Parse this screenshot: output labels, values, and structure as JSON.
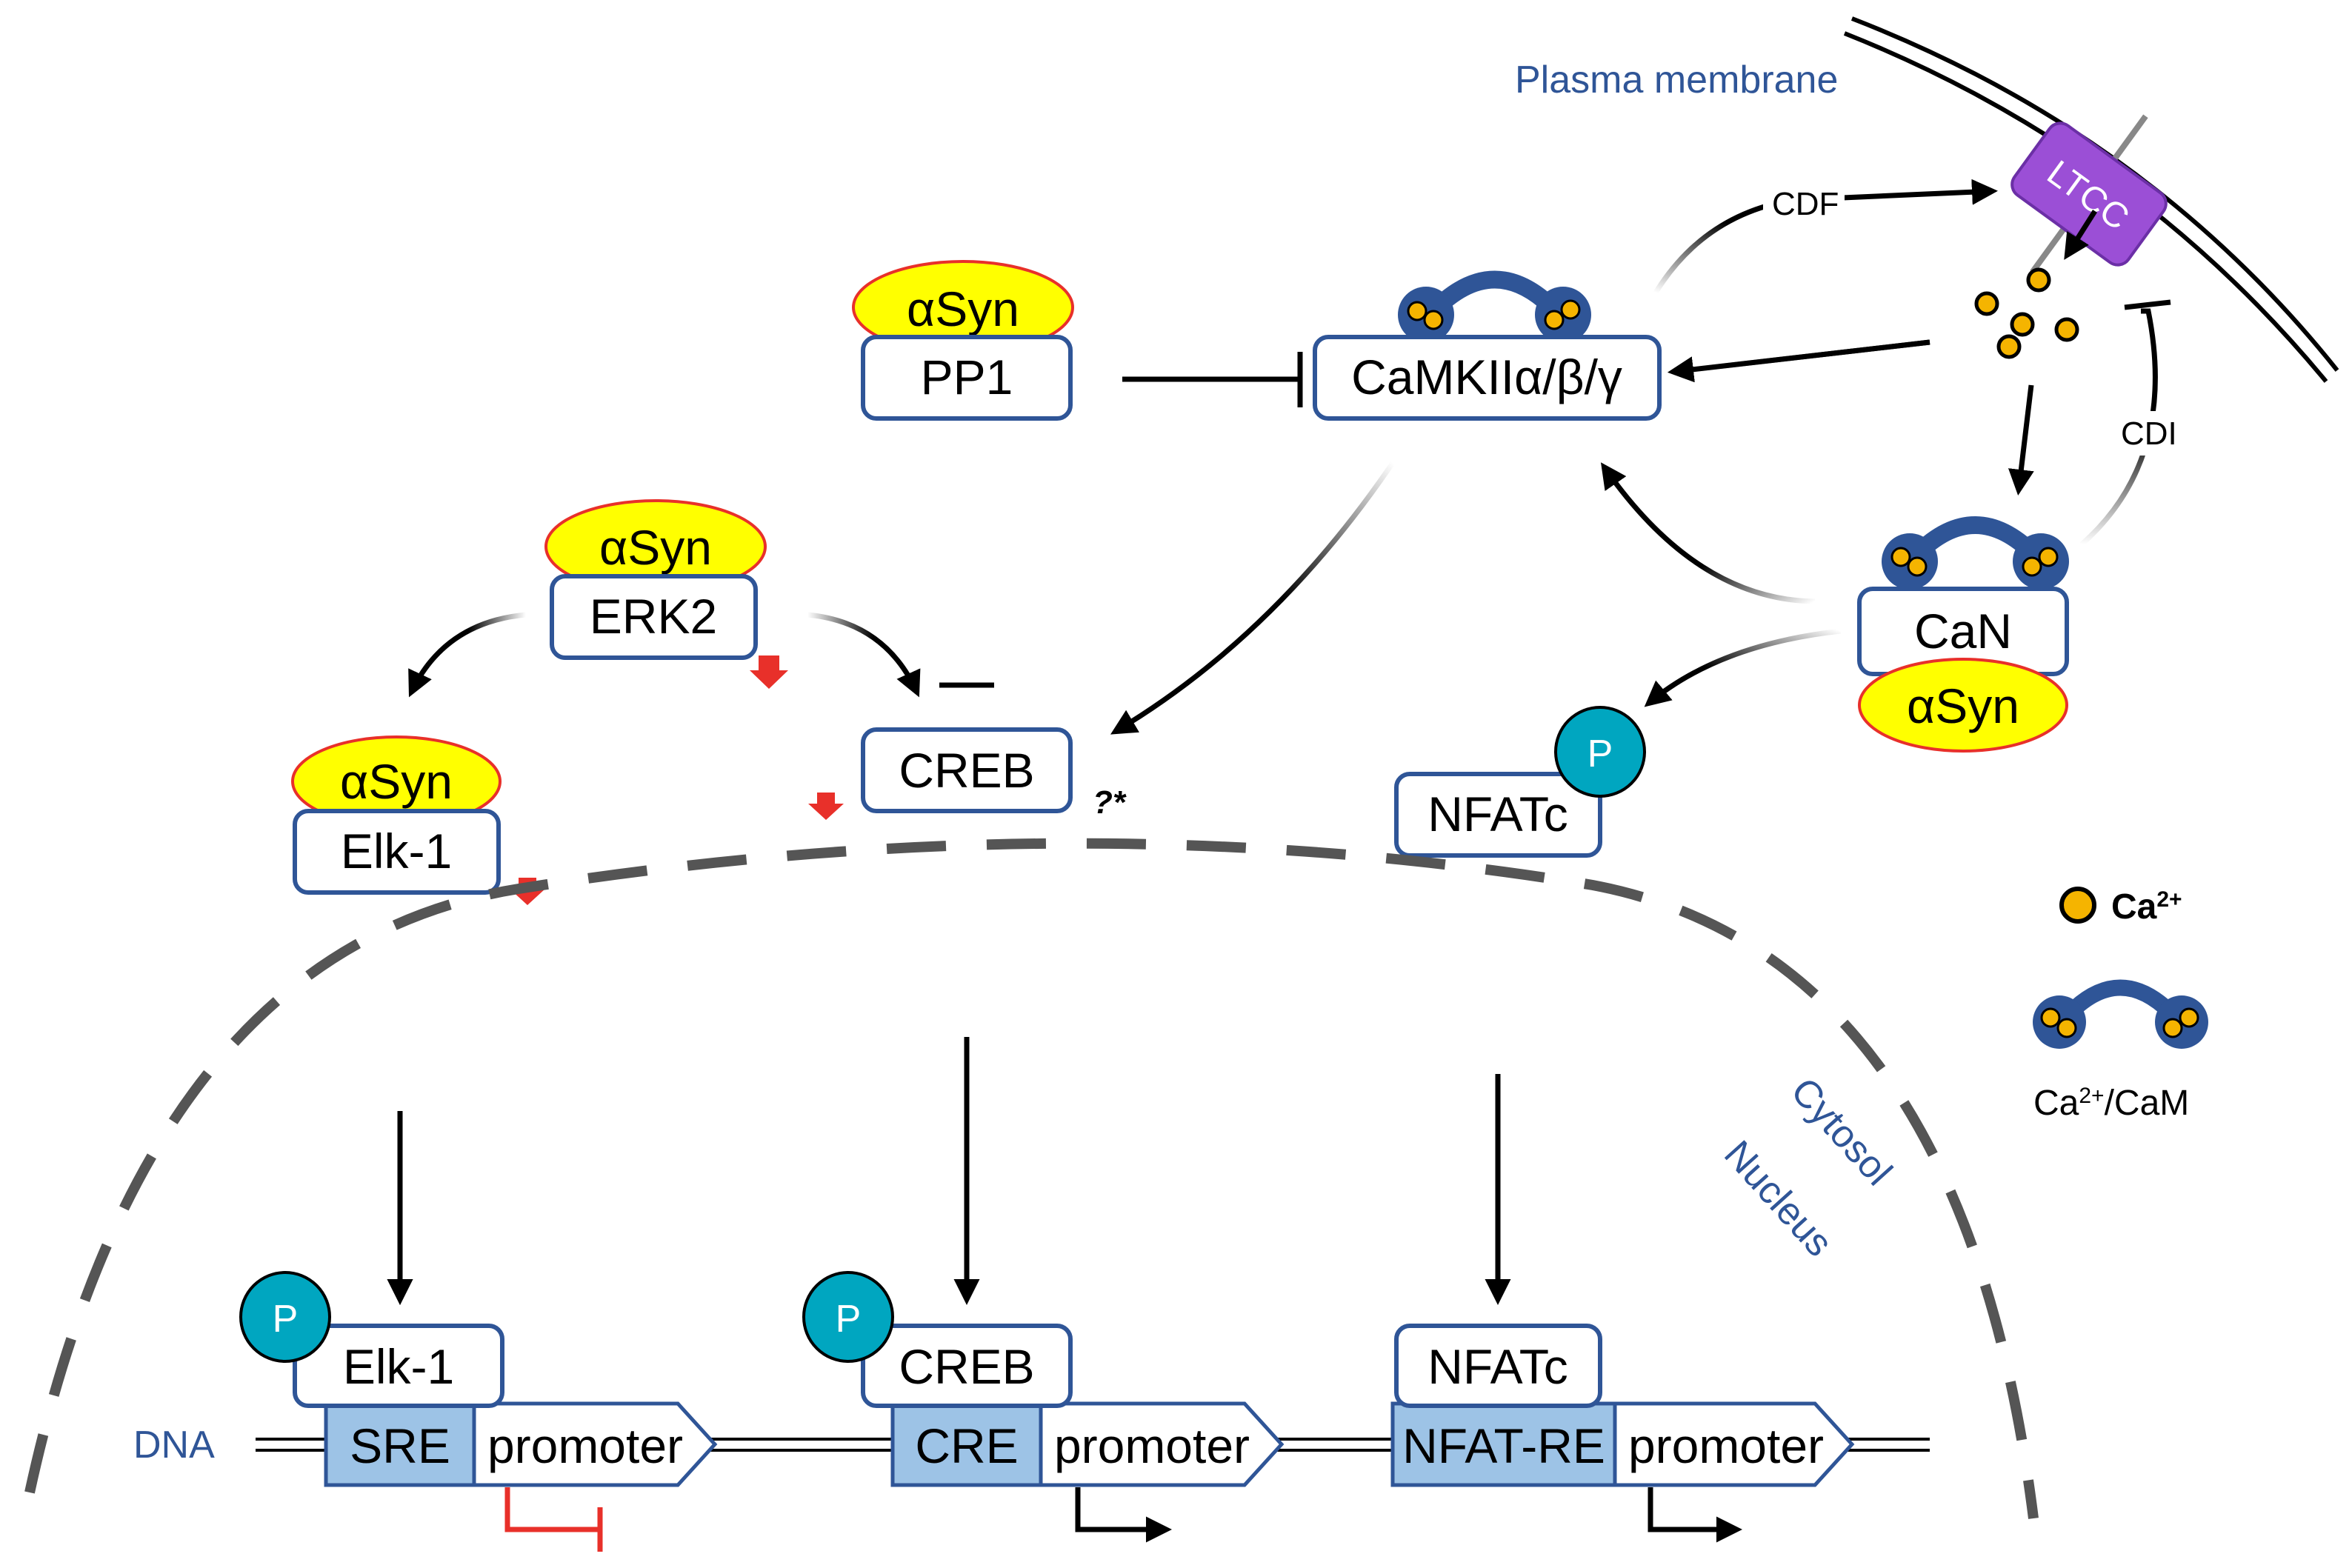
{
  "regions": {
    "plasma_membrane": "Plasma membrane",
    "cytosol": "Cytosol",
    "nucleus": "Nucleus",
    "dna": "DNA"
  },
  "proteins": {
    "pp1": "PP1",
    "erk2": "ERK2",
    "elk1_cyto": "Elk-1",
    "creb_cyto": "CREB",
    "camkii": "CaMKIIα/β/γ",
    "can": "CaN",
    "nfatc_cyto": "NFATc",
    "ltcc": "LTCC",
    "asyn": "αSyn",
    "phospho": "P"
  },
  "nuclear": {
    "elk1": "Elk-1",
    "creb": "CREB",
    "nfatc": "NFATc",
    "sre": "SRE",
    "cre": "CRE",
    "nfat_re": "NFAT-RE",
    "promoter": "promoter"
  },
  "labels": {
    "cdf": "CDF",
    "cdi": "CDI",
    "uncertain": "?*"
  },
  "legend": {
    "ca_prefix": "Ca",
    "ca_sup": "2+",
    "cacam_prefix": "Ca",
    "cacam_sup": "2+",
    "cacam_suffix": "/CaM"
  },
  "colors": {
    "box_border": "#2F5597",
    "asyn_fill": "#FFFF00",
    "asyn_border": "#E8302A",
    "phospho": "#00A6C0",
    "calcium": "#F5B400",
    "cam": "#2F5597",
    "ltcc": "#9B4FD6",
    "element_fill": "#9DC3E6",
    "inhibit_red": "#E8302A",
    "decrease_arrow": "#E8302A"
  }
}
